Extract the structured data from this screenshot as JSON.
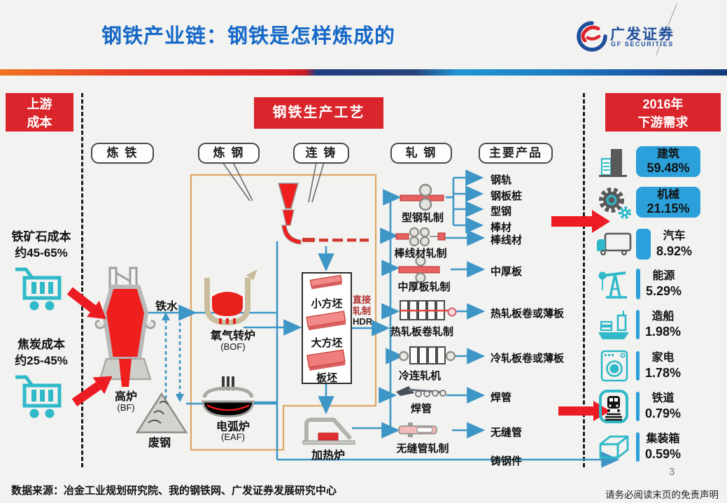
{
  "header": {
    "title": "钢铁产业链：钢铁是怎样炼成的",
    "logo_cn": "广发证券",
    "logo_en": "GF SECURITIES"
  },
  "upstream": {
    "title_line1": "上游",
    "title_line2": "成本",
    "iron_ore_line1": "铁矿石成本",
    "iron_ore_line2": "约45-65%",
    "coke_line1": "焦炭成本",
    "coke_line2": "约25-45%"
  },
  "diagram": {
    "banner": "钢铁生产工艺",
    "stages": [
      "炼 铁",
      "炼 钢",
      "连 铸",
      "轧 钢",
      "主要产品"
    ],
    "blast_furnace": "高炉",
    "blast_furnace_en": "(BF)",
    "molten_iron": "铁水",
    "scrap": "废钢",
    "bof": "氧气转炉",
    "bof_en": "(BOF)",
    "eaf": "电弧炉",
    "eaf_en": "(EAF)",
    "billets": [
      "小方坯",
      "大方坯",
      "板坯"
    ],
    "hdr_line1": "直接",
    "hdr_line2": "轧制",
    "hdr_line3": "HDR",
    "heating_furnace": "加热炉",
    "mills": [
      "型钢轧制",
      "棒线材轧制",
      "中厚板轧制",
      "热轧板卷轧制",
      "冷连轧机",
      "焊管",
      "无缝管轧制"
    ],
    "products": [
      "钢轨",
      "钢板桩",
      "型钢",
      "棒材",
      "棒线材",
      "中厚板",
      "热轧板卷或薄板",
      "冷轧板卷或薄板",
      "焊管",
      "无缝管",
      "铸钢件"
    ]
  },
  "demand": {
    "title_line1": "2016年",
    "title_line2": "下游需求",
    "items": [
      {
        "label": "建筑",
        "pct": "59.48%",
        "icon": "building-icon"
      },
      {
        "label": "机械",
        "pct": "21.15%",
        "icon": "gears-icon"
      },
      {
        "label": "汽车",
        "pct": "8.92%",
        "icon": "truck-icon"
      },
      {
        "label": "能源",
        "pct": "5.29%",
        "icon": "pumpjack-icon"
      },
      {
        "label": "造船",
        "pct": "1.98%",
        "icon": "ship-icon"
      },
      {
        "label": "家电",
        "pct": "1.78%",
        "icon": "washing-machine-icon"
      },
      {
        "label": "铁道",
        "pct": "0.79%",
        "icon": "train-icon"
      },
      {
        "label": "集装箱",
        "pct": "0.59%",
        "icon": "container-icon"
      }
    ]
  },
  "footer": {
    "source": "数据来源：冶金工业规划研究院、我的钢铁网、广发证券发展研究中心",
    "disclaimer": "请务必阅读末页的免责声明",
    "page": "3"
  },
  "colors": {
    "accent_red": "#d9252b",
    "arrow_red": "#ed1c24",
    "teal": "#2fb9c9",
    "demand_blue": "#2ba0da",
    "flow_blue": "#3d96c6",
    "title_blue": "#1668c8",
    "orange_frame": "#dfa565"
  }
}
